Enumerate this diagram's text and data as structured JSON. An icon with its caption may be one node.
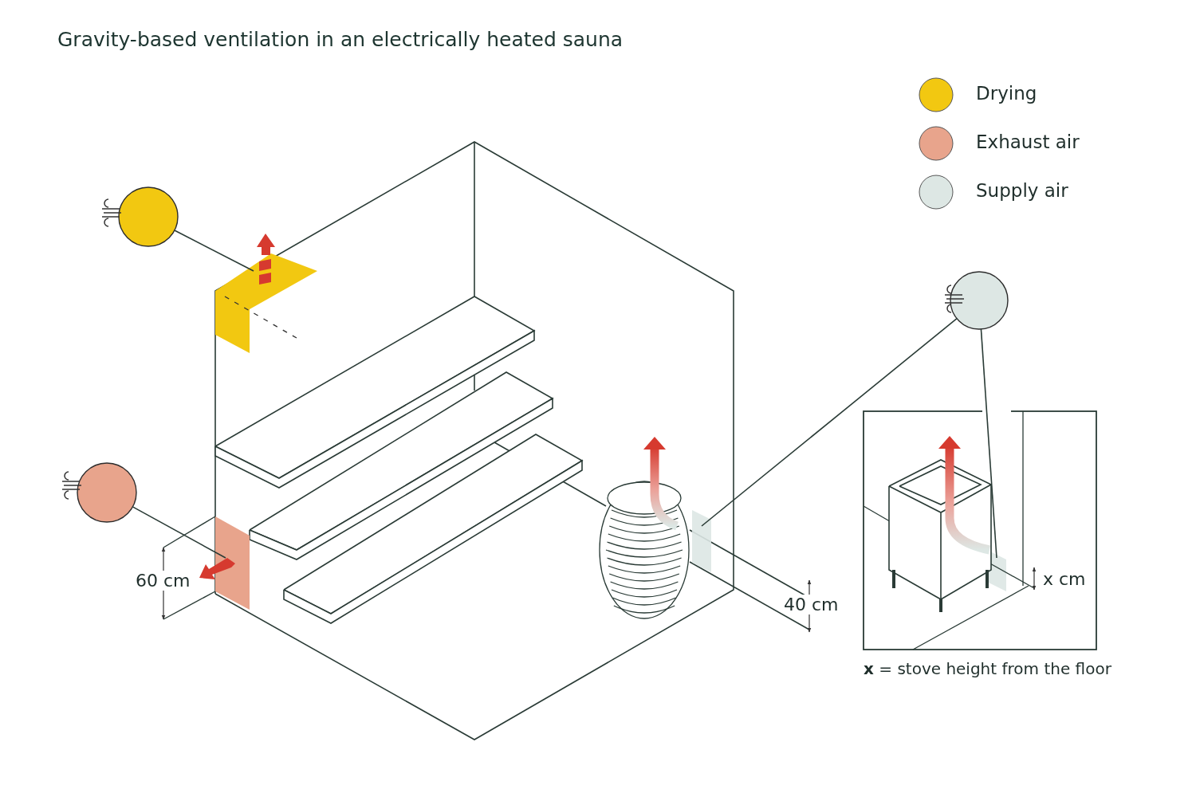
{
  "diagram": {
    "title": "Gravity-based ventilation in an electrically heated sauna",
    "caption": "**x** = stove height from the floor",
    "nodes": [
      {
        "text": [],
        "shape": "circle"
      },
      {
        "text": [],
        "shape": "box"
      },
      {
        "text": [],
        "shape": "circle"
      },
      {
        "text": [],
        "shape": "box"
      },
      {
        "text": [],
        "shape": "circle"
      },
      {
        "text": [],
        "shape": "box"
      },
      {
        "text": [],
        "shape": "box"
      },
      {
        "text": [],
        "shape": "box",
        "in": 6
      }
    ],
    "edges": [
      {
        "from": 0,
        "to": 1,
        "arrow": "none"
      },
      {
        "from": 2,
        "to": 3,
        "arrow": "none"
      },
      {
        "from": 4,
        "to": 5,
        "arrow": "none"
      },
      {
        "from": 4,
        "to": 7,
        "arrow": "none"
      }
    ],
    "labels": [
      "60 cm",
      "40 cm",
      "x cm"
    ],
    "legend": [
      {
        "text": "Drying",
        "color": "#f2c811"
      },
      {
        "text": "Exhaust air",
        "color": "#e8a48c"
      },
      {
        "text": "Supply air",
        "color": "#dde7e4"
      }
    ]
  }
}
